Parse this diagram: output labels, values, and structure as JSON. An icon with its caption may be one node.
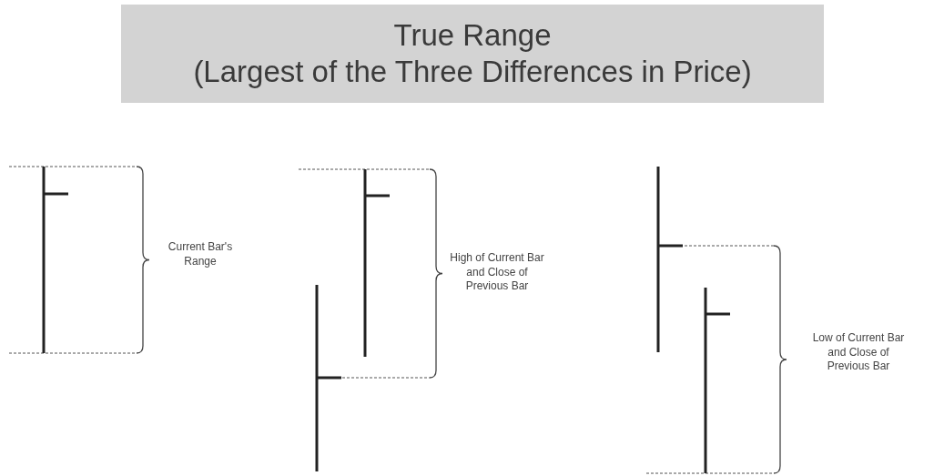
{
  "diagram": {
    "nodes": [
      {
        "text": [
          "True Range",
          "(Largest of the Three Differences in Price)"
        ]
      }
    ],
    "labels": [
      "Current Bar's Range",
      "High of Current Bar and Close of Previous Bar",
      "Low of Current Bar and Close of Previous Bar"
    ]
  }
}
